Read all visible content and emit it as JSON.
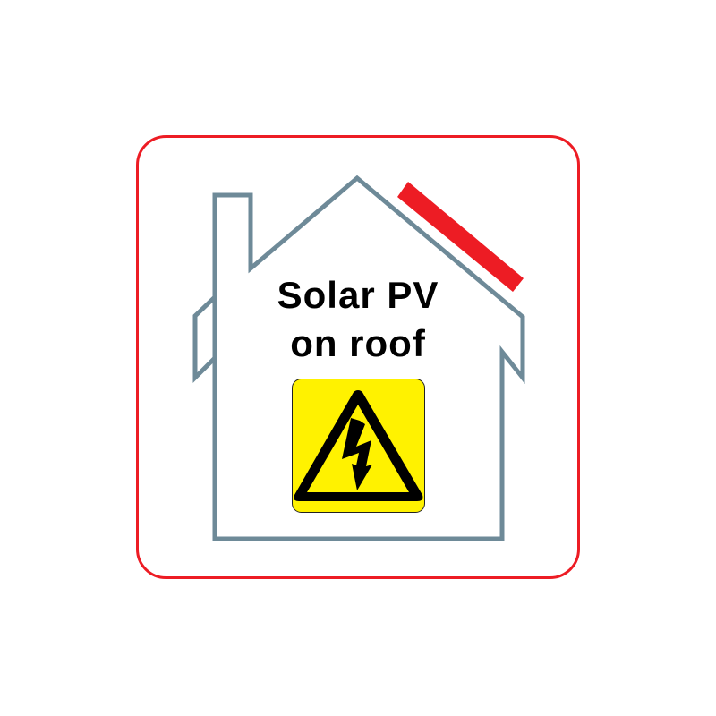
{
  "sign": {
    "title_line1": "Solar PV",
    "title_line2": "on roof",
    "icons": {
      "border": "rounded-square-frame",
      "house": "house-outline-icon",
      "solar_panel": "solar-panel-icon",
      "warning": "electrical-hazard-warning-icon"
    },
    "colors": {
      "border": "#ed1c24",
      "house_outline": "#6e8a98",
      "solar_panel": "#ed1c24",
      "warning_background": "#fff200",
      "warning_symbol": "#000000",
      "text": "#000000",
      "background": "#ffffff"
    }
  }
}
